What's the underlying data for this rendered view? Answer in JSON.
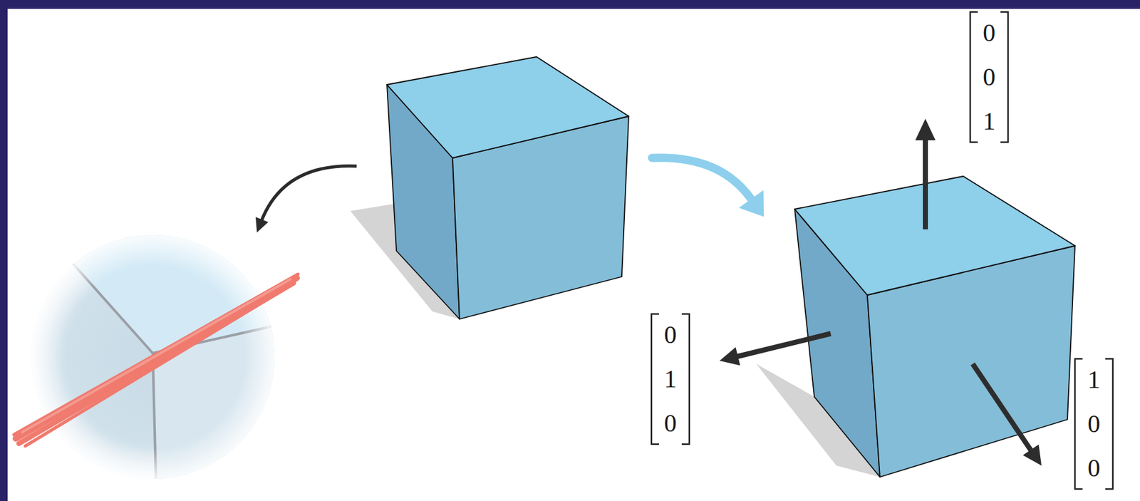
{
  "diagram": {
    "labels": [
      "0 0 1",
      "0 1 0",
      "1 0 0"
    ]
  }
}
